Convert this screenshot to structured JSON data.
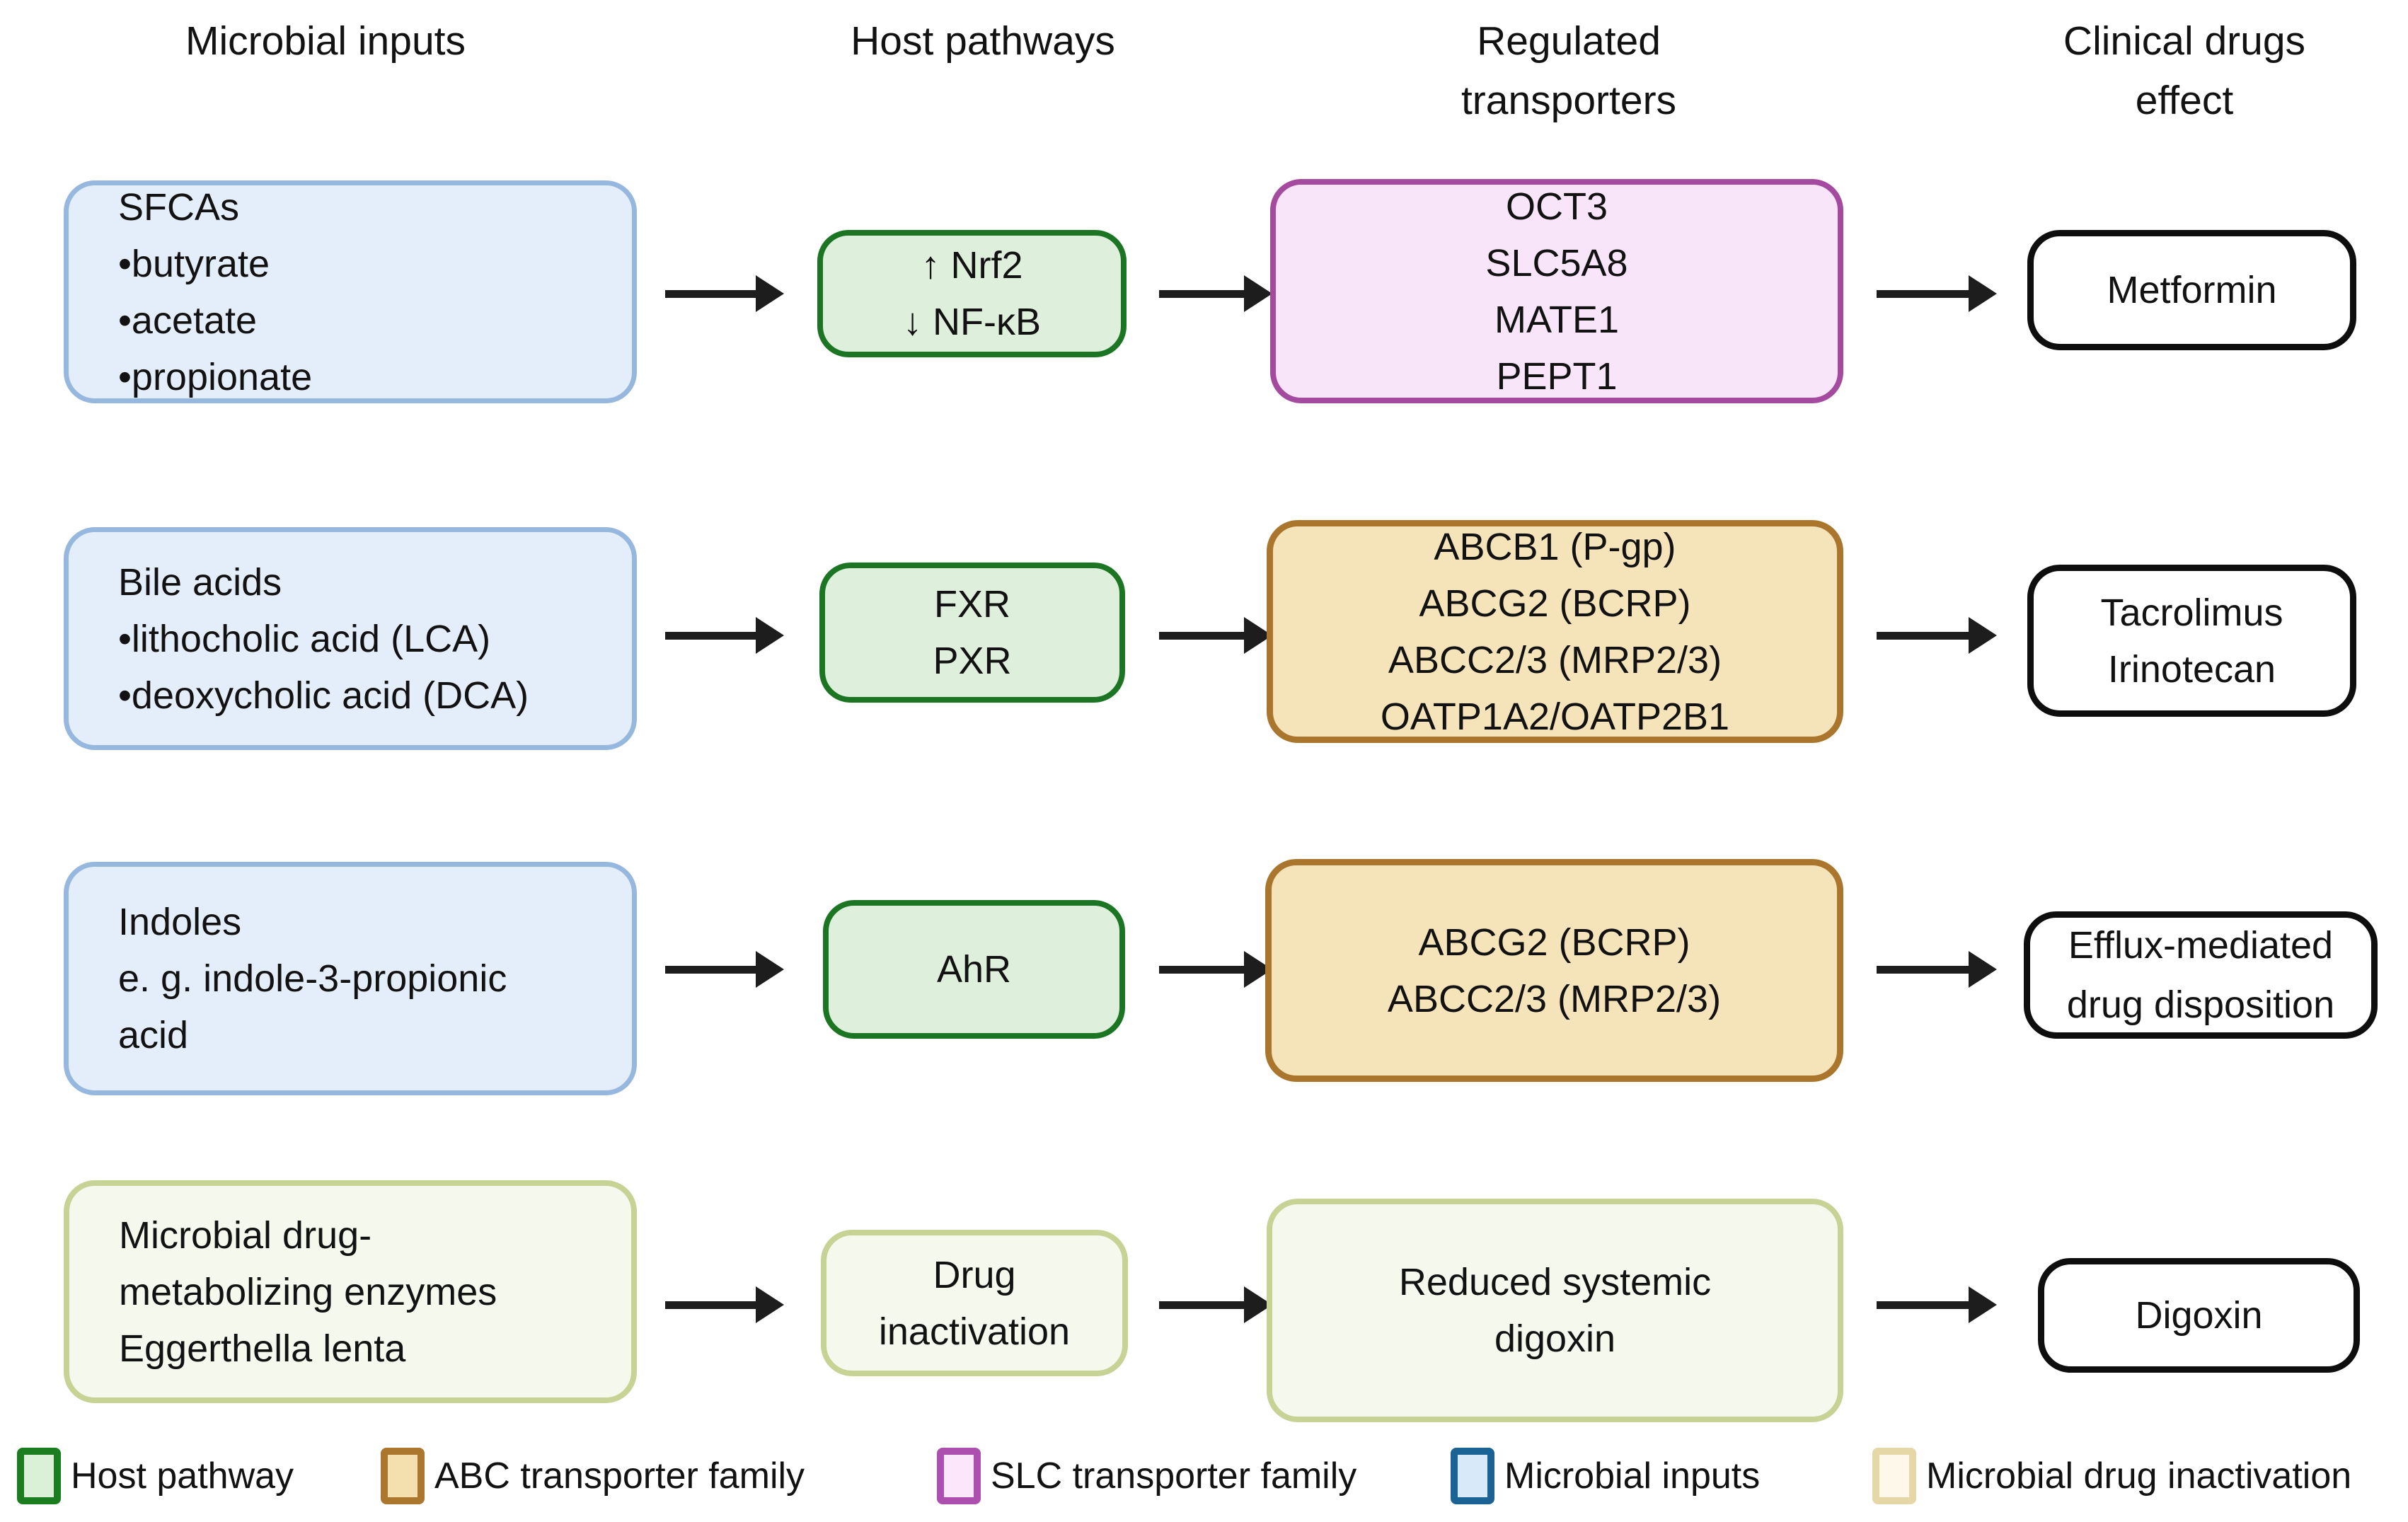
{
  "headers": {
    "microbial_inputs": "Microbial inputs",
    "host_pathways": "Host pathways",
    "regulated_transporters": "Regulated\ntransporters",
    "clinical_drugs_effect": "Clinical drugs\neffect"
  },
  "rows": [
    {
      "input": "SFCAs\n•butyrate\n•acetate\n•propionate",
      "pathway": "↑ Nrf2\n↓ NF-κB",
      "transporters": "OCT3\nSLC5A8\nMATE1\nPEPT1",
      "drug": "Metformin"
    },
    {
      "input": "Bile acids\n•lithocholic acid (LCA)\n•deoxycholic acid (DCA)",
      "pathway": "FXR\nPXR",
      "transporters": "ABCB1 (P-gp)\nABCG2 (BCRP)\nABCC2/3 (MRP2/3)\nOATP1A2/OATP2B1",
      "drug": "Tacrolimus\nIrinotecan"
    },
    {
      "input": "Indoles\ne. g. indole-3-propionic\nacid",
      "pathway": "AhR",
      "transporters": "ABCG2 (BCRP)\nABCC2/3 (MRP2/3)",
      "drug": "Efflux-mediated\ndrug disposition"
    },
    {
      "input": "Microbial drug-\nmetabolizing enzymes\nEggerthella lenta",
      "pathway": "Drug\ninactivation",
      "transporters": "Reduced systemic\ndigoxin",
      "drug": "Digoxin"
    }
  ],
  "legend": {
    "host_pathway": "Host pathway",
    "abc_transporter_family": "ABC transporter family",
    "slc_transporter_family": "SLC transporter family",
    "microbial_inputs": "Microbial inputs",
    "microbial_drug_inactivation": "Microbial drug inactivation"
  },
  "colors": {
    "microbial_input_fill": "#e4eefb",
    "microbial_input_border": "#96b8de",
    "host_pathway_fill": "#def0dc",
    "host_pathway_border": "#1b7522",
    "slc_family_fill": "#f9e5fa",
    "slc_family_border": "#a44a9f",
    "abc_family_fill": "#f5e3ba",
    "abc_family_border": "#aa762e",
    "drug_inactivation_fill": "#f4f8ed",
    "drug_inactivation_border": "#c7d295",
    "clinical_drug_fill": "#ffffff",
    "clinical_drug_border": "#0e0e0e",
    "legend_microbial_inputs_border": "#1a6394",
    "legend_drug_inactivation_border": "#e6d7a6",
    "arrow": "#1d1d1d"
  }
}
